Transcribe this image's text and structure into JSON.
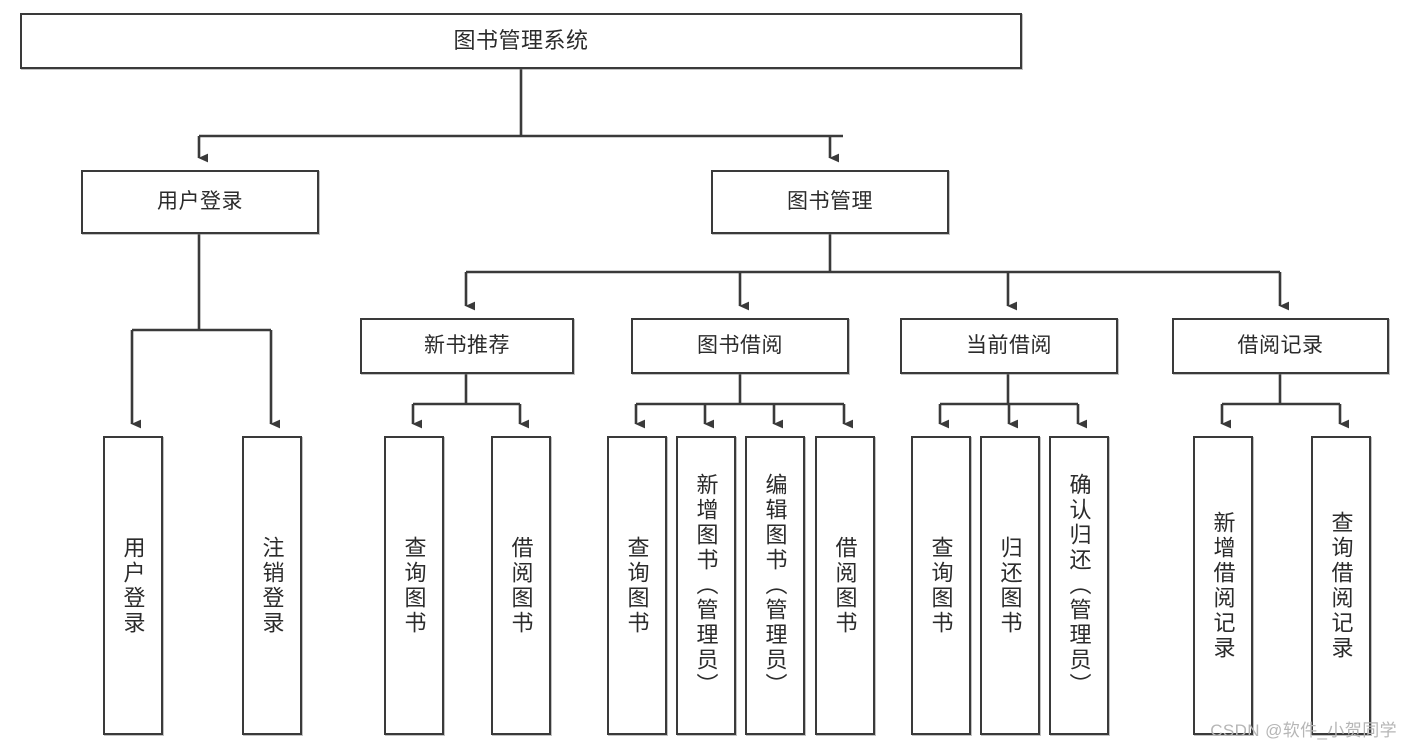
{
  "diagram": {
    "type": "tree-hierarchy",
    "title": "图书管理系统",
    "watermark": "CSDN @软件_小贺同学",
    "colors": {
      "stroke": "#3a3a3a",
      "fill": "#ffffff",
      "text": "#2b2b2b",
      "watermark": "#b6b6b6"
    },
    "levels": {
      "root": {
        "label": "图书管理系统"
      },
      "level2": [
        {
          "id": "user-login",
          "label": "用户登录"
        },
        {
          "id": "book-manage",
          "label": "图书管理"
        }
      ],
      "level3": [
        {
          "id": "new-book-recommend",
          "label": "新书推荐"
        },
        {
          "id": "book-borrow",
          "label": "图书借阅"
        },
        {
          "id": "current-borrow",
          "label": "当前借阅"
        },
        {
          "id": "borrow-record",
          "label": "借阅记录"
        }
      ],
      "leaves": [
        {
          "id": "leaf-user-login",
          "parent": "user-login",
          "label": "用户登录"
        },
        {
          "id": "leaf-logout",
          "parent": "user-login",
          "label": "注销登录"
        },
        {
          "id": "leaf-query-book-1",
          "parent": "new-book-recommend",
          "label": "查询图书"
        },
        {
          "id": "leaf-borrow-book-1",
          "parent": "new-book-recommend",
          "label": "借阅图书"
        },
        {
          "id": "leaf-query-book-2",
          "parent": "book-borrow",
          "label": "查询图书"
        },
        {
          "id": "leaf-add-book",
          "parent": "book-borrow",
          "label": "新增图书（管理员）"
        },
        {
          "id": "leaf-edit-book",
          "parent": "book-borrow",
          "label": "编辑图书（管理员）"
        },
        {
          "id": "leaf-borrow-book-2",
          "parent": "book-borrow",
          "label": "借阅图书"
        },
        {
          "id": "leaf-query-book-3",
          "parent": "current-borrow",
          "label": "查询图书"
        },
        {
          "id": "leaf-return-book",
          "parent": "current-borrow",
          "label": "归还图书"
        },
        {
          "id": "leaf-confirm-return",
          "parent": "current-borrow",
          "label": "确认归还（管理员）"
        },
        {
          "id": "leaf-add-record",
          "parent": "borrow-record",
          "label": "新增借阅记录"
        },
        {
          "id": "leaf-query-record",
          "parent": "borrow-record",
          "label": "查询借阅记录"
        }
      ]
    }
  }
}
